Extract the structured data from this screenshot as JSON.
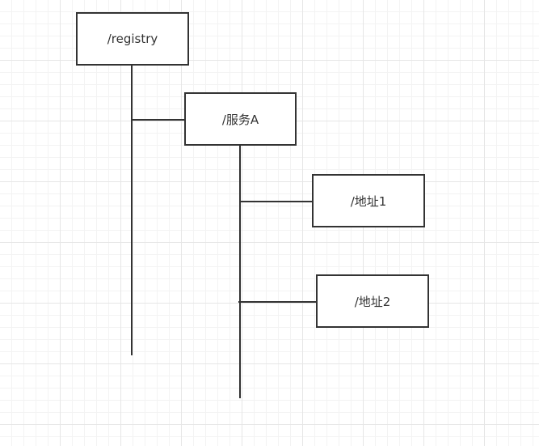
{
  "diagram": {
    "nodes": {
      "registry": {
        "label": "/registry"
      },
      "service": {
        "label": "/服务A"
      },
      "address1": {
        "label": "/地址1"
      },
      "address2": {
        "label": "/地址2"
      }
    },
    "edges": [
      {
        "from": "registry",
        "to": "service"
      },
      {
        "from": "service",
        "to": "address1"
      },
      {
        "from": "service",
        "to": "address2"
      }
    ],
    "colors": {
      "line": "#333333",
      "node_border": "#333333",
      "node_fill": "#ffffff",
      "grid": "#e6e6e6"
    }
  }
}
